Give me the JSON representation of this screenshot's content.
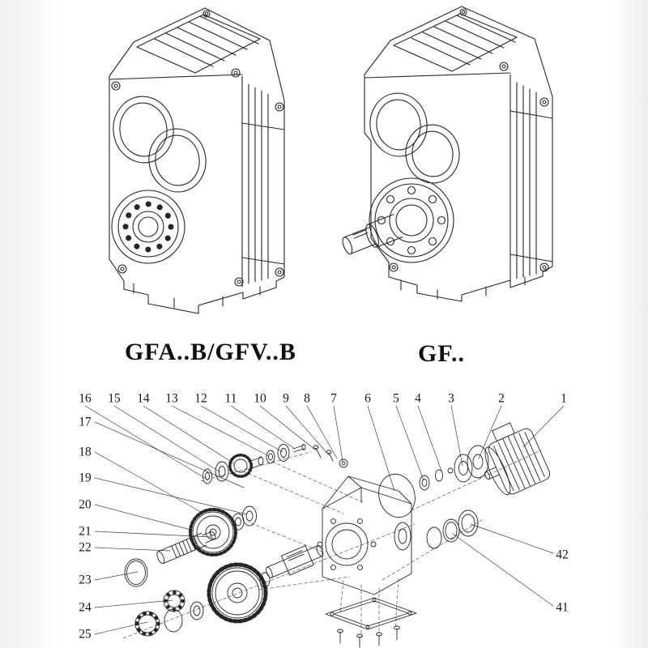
{
  "page": {
    "background": "#ffffff",
    "ink": "#262626"
  },
  "models": [
    {
      "label": "GFA..B/GFV..B"
    },
    {
      "label": "GF.."
    }
  ],
  "exploded": {
    "top": [
      "16",
      "15",
      "14",
      "13",
      "12",
      "11",
      "10",
      "9",
      "8",
      "7",
      "6",
      "5",
      "4",
      "3",
      "2",
      "1"
    ],
    "left": [
      "17",
      "18",
      "19",
      "20",
      "21",
      "22",
      "23",
      "24",
      "25"
    ],
    "right": [
      "42",
      "41"
    ]
  }
}
